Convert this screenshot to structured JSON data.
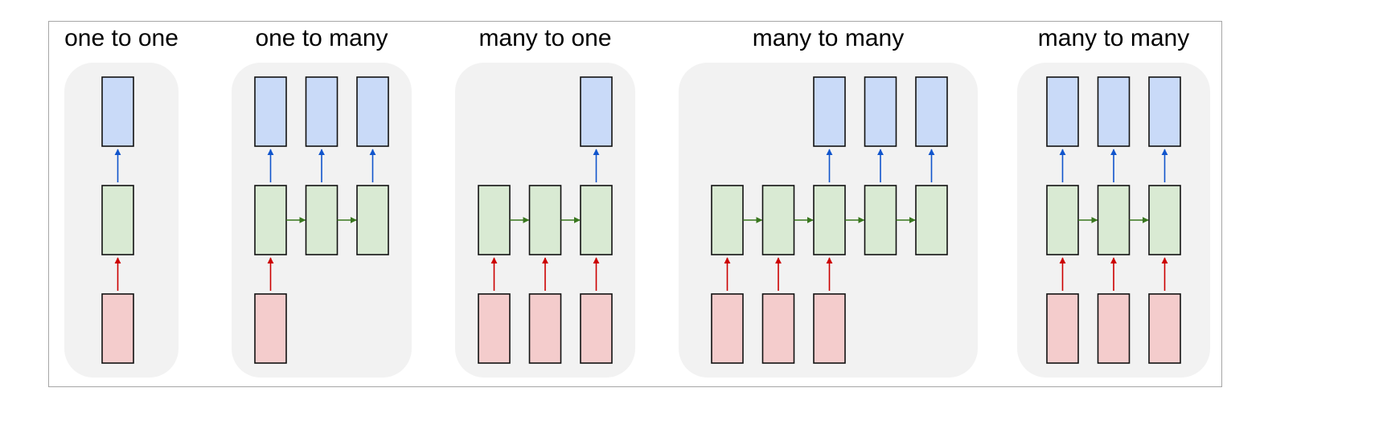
{
  "diagram": {
    "panels": [
      {
        "title": "one to one",
        "inputs": [
          true
        ],
        "outputs": [
          true
        ],
        "recurrent": false
      },
      {
        "title": "one to many",
        "inputs": [
          true,
          false,
          false
        ],
        "outputs": [
          true,
          true,
          true
        ],
        "recurrent": true
      },
      {
        "title": "many to one",
        "inputs": [
          true,
          true,
          true
        ],
        "outputs": [
          false,
          false,
          true
        ],
        "recurrent": true
      },
      {
        "title": "many to many",
        "inputs": [
          true,
          true,
          true,
          false,
          false
        ],
        "outputs": [
          false,
          false,
          true,
          true,
          true
        ],
        "recurrent": true
      },
      {
        "title": "many to many",
        "inputs": [
          true,
          true,
          true
        ],
        "outputs": [
          true,
          true,
          true
        ],
        "recurrent": true
      }
    ],
    "colors": {
      "panel": "#f2f2f2",
      "input_cell": "#f4cccc",
      "hidden_cell": "#d9ead3",
      "output_cell": "#c9daf8",
      "input_arrow": "#cc0000",
      "recurrent_arrow": "#38761d",
      "output_arrow": "#1155cc",
      "frame_border": "#a6a6a6"
    }
  },
  "caption": {
    "text": ""
  }
}
